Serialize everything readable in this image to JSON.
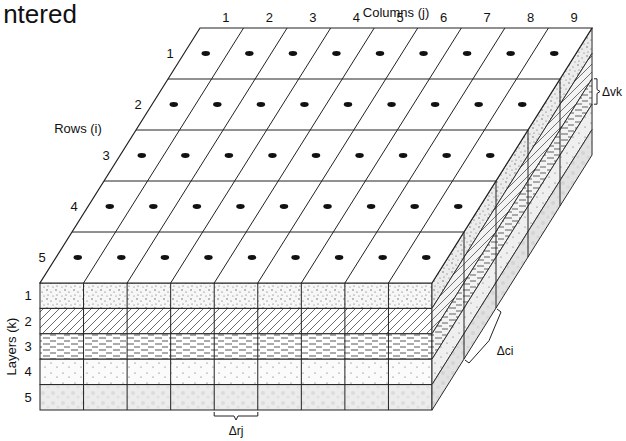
{
  "diagram": {
    "labels": [
      "ntered",
      "Columns (j)",
      "1",
      "2",
      "3",
      "4",
      "5",
      "6",
      "7",
      "8",
      "9",
      "Rows (i)",
      "1",
      "2",
      "3",
      "4",
      "5",
      "Layers (k)",
      "1",
      "2",
      "3",
      "4",
      "5",
      "Δvk",
      "Δci",
      "Δrj"
    ]
  }
}
